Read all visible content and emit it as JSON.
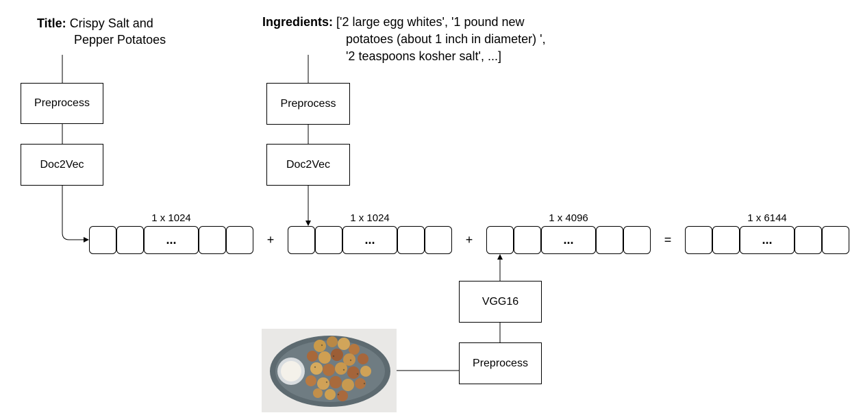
{
  "inputs": {
    "title": {
      "key": "Title:",
      "line1": "Crispy Salt and",
      "line2": "Pepper Potatoes"
    },
    "ingredients": {
      "key": "Ingredients:",
      "line1": "['2 large egg whites', '1 pound new",
      "line2": "potatoes (about 1 inch in diameter) ',",
      "line3": "'2 teaspoons kosher salt', ...]"
    }
  },
  "boxes": {
    "title_preprocess": "Preprocess",
    "title_doc2vec": "Doc2Vec",
    "ingr_preprocess": "Preprocess",
    "ingr_doc2vec": "Doc2Vec",
    "image_vgg": "VGG16",
    "image_preprocess": "Preprocess"
  },
  "vectors": [
    {
      "dim": "1 x 1024",
      "dots": "..."
    },
    {
      "dim": "1 x 1024",
      "dots": "..."
    },
    {
      "dim": "1 x 4096",
      "dots": "..."
    },
    {
      "dim": "1 x 6144",
      "dots": "..."
    }
  ],
  "operators": {
    "plus1": "+",
    "plus2": "+",
    "equals": "="
  },
  "image": {
    "subject": "plate of crispy salt and pepper potatoes with dipping sauce"
  }
}
